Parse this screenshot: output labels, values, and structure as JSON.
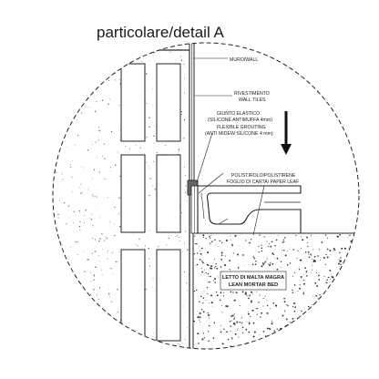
{
  "title": "particolare/detail A",
  "labels": {
    "wall": "MURO/WALL",
    "tiles_1": "RIVESTIMENTO",
    "tiles_2": "WALL TILES",
    "joint_1": "GIUNTO ELASTICO",
    "joint_2": "(SILICONE ANTIMUFFA 4mm)",
    "joint_3": "FLEXIBLE GROUTING",
    "joint_4": "(ANTI MIDEW SILICONE 4 mm)",
    "poly_1": "POLISTIROLO/POLISTIRENE",
    "poly_2": "FOGLIO DI CARTA/ PAPER LEAF",
    "bed_1": "LETTO DI MALTA MAGRA",
    "bed_2": "LEAN MORTAR BED"
  }
}
